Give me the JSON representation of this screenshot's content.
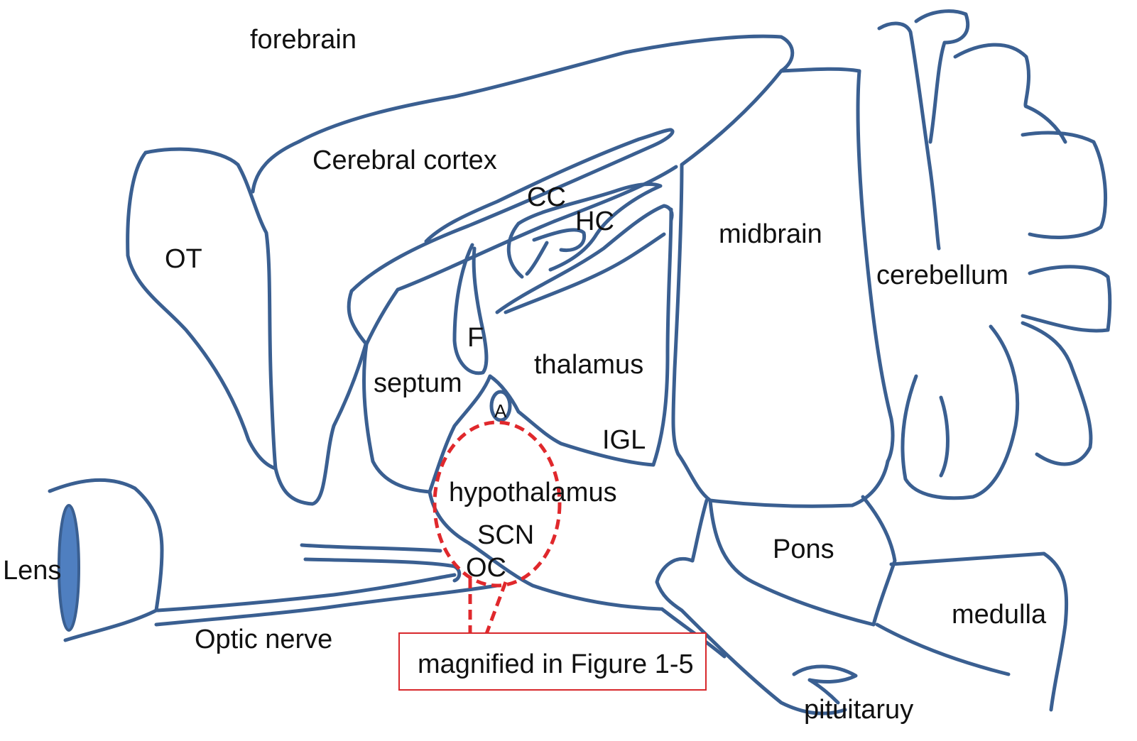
{
  "labels": {
    "forebrain": "forebrain",
    "cerebral_cortex": "Cerebral cortex",
    "ot": "OT",
    "cc": "CC",
    "hc": "HC",
    "midbrain": "midbrain",
    "cerebellum": "cerebellum",
    "f": "F",
    "septum": "septum",
    "thalamus": "thalamus",
    "a": "A",
    "igl": "IGL",
    "hypothalamus": "hypothalamus",
    "scn": "SCN",
    "oc": "OC",
    "lens": "Lens",
    "pons": "Pons",
    "medulla": "medulla",
    "optic_nerve": "Optic nerve",
    "pituitary": "pituitaruy"
  },
  "callout": {
    "text": "magnified in Figure 1-5"
  },
  "colors": {
    "outline": "#3a5f91",
    "lens_fill": "#4f7fc0",
    "highlight": "#e0282c",
    "callout_border": "#d8282c"
  }
}
